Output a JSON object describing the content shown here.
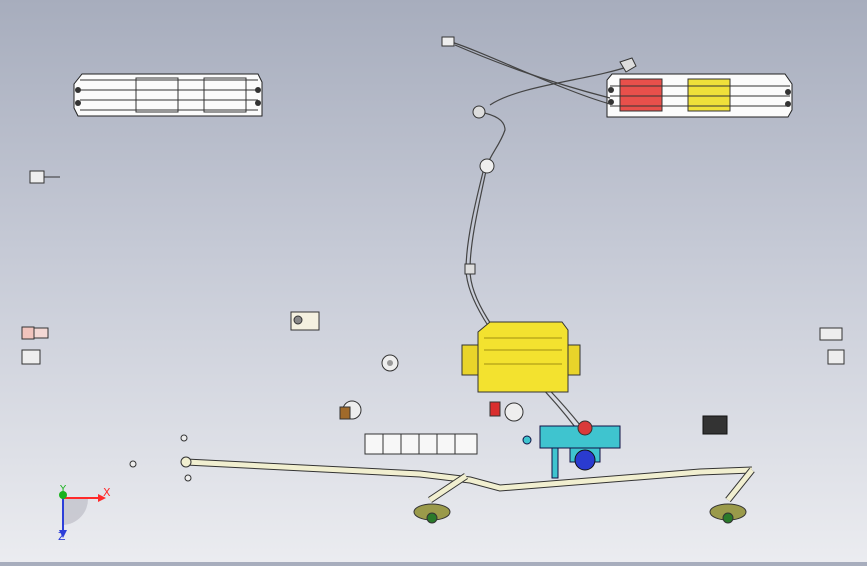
{
  "viewport": {
    "name": "cad-3d-viewport",
    "background_top": "#a7adbd",
    "background_bottom": "#ebecf0"
  },
  "axes": {
    "x_label": "X",
    "y_label": "Y",
    "z_label": "Z",
    "x_color": "#ff2a2a",
    "y_color": "#19b21d",
    "z_color": "#2d3fd9"
  },
  "parts": {
    "left_lamp": "rear-combination-lamp-left",
    "right_lamp": "rear-combination-lamp-right",
    "wiring_harness": "wiring-harness",
    "ecu_box": "ecu-module",
    "wiper_linkage": "wiper-linkage-assembly",
    "valve_assembly": "hydraulic-valve-assembly",
    "switch_panel": "switch-panel",
    "relay": "relay-block"
  },
  "colors": {
    "lamp_red": "#e8504b",
    "lamp_yellow": "#efe03a",
    "ecu_yellow": "#f3e22f",
    "valve_cyan": "#3fc4cf",
    "valve_blue": "#2a3bd0",
    "linkage": "#f1efd0",
    "mount_green": "#9a9a4a"
  }
}
